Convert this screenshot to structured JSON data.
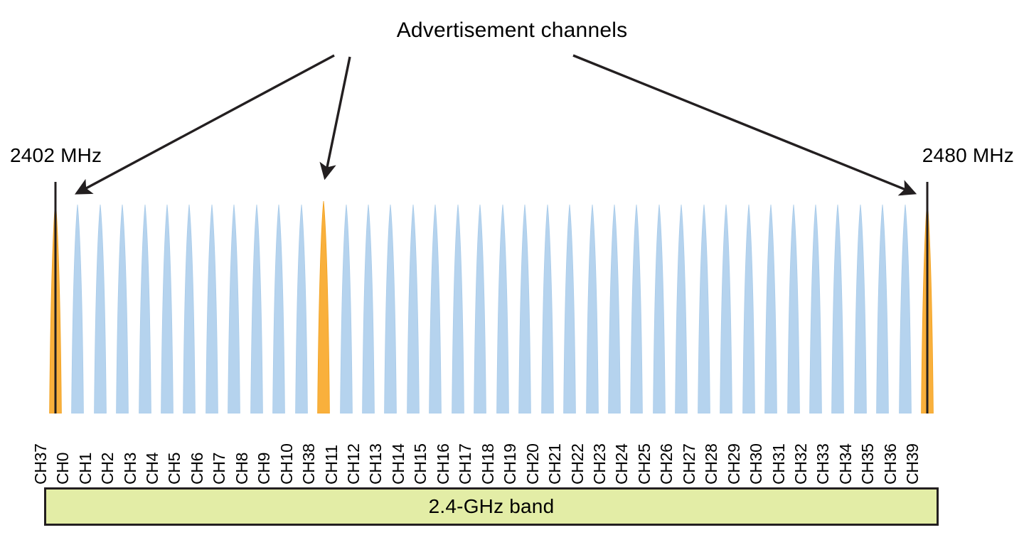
{
  "figure": {
    "title": "Advertisement channels",
    "band_label": "2.4-GHz band",
    "freq_left": "2402 MHz",
    "freq_right": "2480 MHz"
  },
  "colors": {
    "advertisement": "#f9b03c",
    "advertisement_edge": "#f2a11f",
    "data": "#b5d3ee",
    "data_edge": "#a9cbe9",
    "band_fill": "#e3eda6",
    "stroke": "#231f20",
    "background": "#ffffff"
  },
  "chart_data": {
    "type": "bar",
    "title": "Advertisement channels",
    "subtitle": "",
    "xlabel": "2.4-GHz band",
    "ylabel": "",
    "grid": false,
    "legend_position": "none",
    "axis_range_mhz": [
      2402,
      2480
    ],
    "annotations": [
      {
        "text": "2402 MHz",
        "target": "CH37",
        "position": "left"
      },
      {
        "text": "2480 MHz",
        "target": "CH39",
        "position": "right"
      },
      {
        "text": "Advertisement channels",
        "targets": [
          "CH37",
          "CH38",
          "CH39"
        ],
        "position": "top"
      }
    ],
    "categories": [
      "CH37",
      "CH0",
      "CH1",
      "CH2",
      "CH3",
      "CH4",
      "CH5",
      "CH6",
      "CH7",
      "CH8",
      "CH9",
      "CH10",
      "CH38",
      "CH11",
      "CH12",
      "CH13",
      "CH14",
      "CH15",
      "CH16",
      "CH17",
      "CH18",
      "CH19",
      "CH20",
      "CH21",
      "CH22",
      "CH23",
      "CH24",
      "CH25",
      "CH26",
      "CH27",
      "CH28",
      "CH29",
      "CH30",
      "CH31",
      "CH32",
      "CH33",
      "CH34",
      "CH35",
      "CH36",
      "CH39"
    ],
    "values": [
      1,
      1,
      1,
      1,
      1,
      1,
      1,
      1,
      1,
      1,
      1,
      1,
      1,
      1,
      1,
      1,
      1,
      1,
      1,
      1,
      1,
      1,
      1,
      1,
      1,
      1,
      1,
      1,
      1,
      1,
      1,
      1,
      1,
      1,
      1,
      1,
      1,
      1,
      1,
      1
    ],
    "channels": [
      {
        "label": "CH37",
        "kind": "advertisement",
        "marker": true
      },
      {
        "label": "CH0",
        "kind": "data",
        "marker": false
      },
      {
        "label": "CH1",
        "kind": "data",
        "marker": false
      },
      {
        "label": "CH2",
        "kind": "data",
        "marker": false
      },
      {
        "label": "CH3",
        "kind": "data",
        "marker": false
      },
      {
        "label": "CH4",
        "kind": "data",
        "marker": false
      },
      {
        "label": "CH5",
        "kind": "data",
        "marker": false
      },
      {
        "label": "CH6",
        "kind": "data",
        "marker": false
      },
      {
        "label": "CH7",
        "kind": "data",
        "marker": false
      },
      {
        "label": "CH8",
        "kind": "data",
        "marker": false
      },
      {
        "label": "CH9",
        "kind": "data",
        "marker": false
      },
      {
        "label": "CH10",
        "kind": "data",
        "marker": false
      },
      {
        "label": "CH38",
        "kind": "advertisement",
        "marker": false
      },
      {
        "label": "CH11",
        "kind": "data",
        "marker": false
      },
      {
        "label": "CH12",
        "kind": "data",
        "marker": false
      },
      {
        "label": "CH13",
        "kind": "data",
        "marker": false
      },
      {
        "label": "CH14",
        "kind": "data",
        "marker": false
      },
      {
        "label": "CH15",
        "kind": "data",
        "marker": false
      },
      {
        "label": "CH16",
        "kind": "data",
        "marker": false
      },
      {
        "label": "CH17",
        "kind": "data",
        "marker": false
      },
      {
        "label": "CH18",
        "kind": "data",
        "marker": false
      },
      {
        "label": "CH19",
        "kind": "data",
        "marker": false
      },
      {
        "label": "CH20",
        "kind": "data",
        "marker": false
      },
      {
        "label": "CH21",
        "kind": "data",
        "marker": false
      },
      {
        "label": "CH22",
        "kind": "data",
        "marker": false
      },
      {
        "label": "CH23",
        "kind": "data",
        "marker": false
      },
      {
        "label": "CH24",
        "kind": "data",
        "marker": false
      },
      {
        "label": "CH25",
        "kind": "data",
        "marker": false
      },
      {
        "label": "CH26",
        "kind": "data",
        "marker": false
      },
      {
        "label": "CH27",
        "kind": "data",
        "marker": false
      },
      {
        "label": "CH28",
        "kind": "data",
        "marker": false
      },
      {
        "label": "CH29",
        "kind": "data",
        "marker": false
      },
      {
        "label": "CH30",
        "kind": "data",
        "marker": false
      },
      {
        "label": "CH31",
        "kind": "data",
        "marker": false
      },
      {
        "label": "CH32",
        "kind": "data",
        "marker": false
      },
      {
        "label": "CH33",
        "kind": "data",
        "marker": false
      },
      {
        "label": "CH34",
        "kind": "data",
        "marker": false
      },
      {
        "label": "CH35",
        "kind": "data",
        "marker": false
      },
      {
        "label": "CH36",
        "kind": "data",
        "marker": false
      },
      {
        "label": "CH39",
        "kind": "advertisement",
        "marker": true
      }
    ]
  }
}
